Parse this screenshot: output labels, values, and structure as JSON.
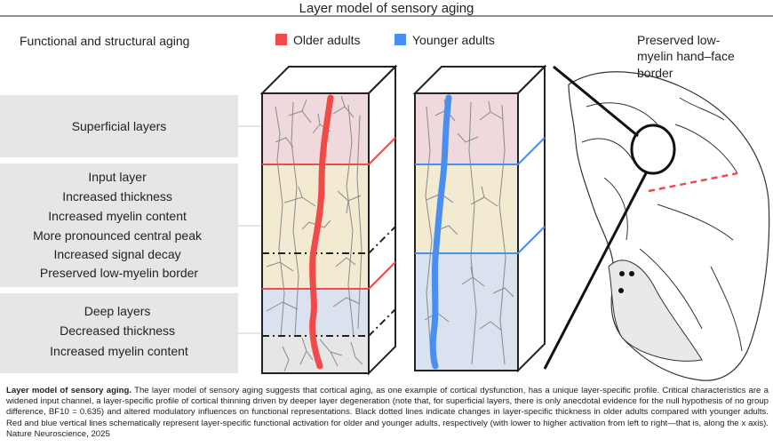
{
  "title": "Layer model of sensory aging",
  "subtitle": "Functional and structural aging",
  "legend": {
    "older": {
      "label": "Older adults",
      "color": "#f04a4a"
    },
    "younger": {
      "label": "Younger adults",
      "color": "#4a8ef0"
    }
  },
  "panels": {
    "superficial": {
      "lines": [
        "Superficial layers"
      ]
    },
    "input": {
      "lines": [
        "Input layer",
        "Increased thickness",
        "Increased myelin content",
        "More pronounced central peak",
        "Increased signal decay",
        "Preserved low-myelin border"
      ]
    },
    "deep": {
      "lines": [
        "Deep layers",
        "Decreased thickness",
        "Increased myelin content"
      ]
    }
  },
  "brain_label": [
    "Preserved low-",
    "myelin hand–face",
    "border"
  ],
  "layer_colors": {
    "superficial": "#efd9dc",
    "input": "#f3ead2",
    "deep": "#d9e2ee",
    "panel": "#e6e6e6"
  },
  "caption": {
    "lead": "Layer model of sensory aging.",
    "body": " The layer model of sensory aging suggests that cortical aging, as one example of cortical dysfunction, has a unique layer-specific profile. Critical characteristics are a widened input channel, a layer-specific profile of cortical thinning driven by deeper layer degeneration (note that, for superficial layers, there is only anecdotal evidence for the null hypothesis of no group difference, BF10 = 0.635) and altered modulatory influences on functional representations. Black dotted lines indicate changes in layer-specific thickness in older adults compared with younger adults. Red and blue vertical lines schematically represent layer-specific functional activation for older and younger adults, respectively (with lower to higher activation from left to right—that is, along the x axis). Nature Neuroscience, 2025"
  }
}
